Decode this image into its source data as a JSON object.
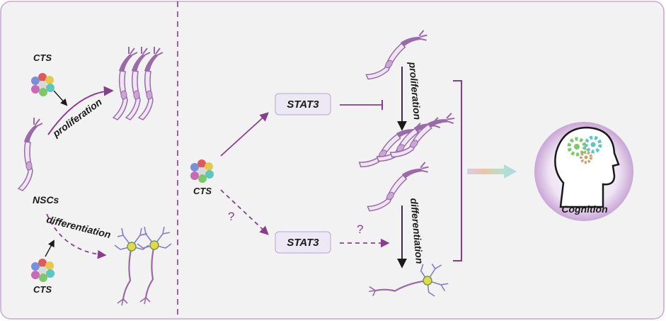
{
  "left_panel": {
    "cts_top": "CTS",
    "cts_bottom": "CTS",
    "nscs": "NSCs",
    "proliferation": "proliferation",
    "differentiation": "differentiation"
  },
  "right_panel": {
    "cts": "CTS",
    "stat3_top": "STAT3",
    "stat3_bottom": "STAT3",
    "question_left": "?",
    "question_right": "?",
    "proliferation": "proliferation",
    "differentiation": "differentiation",
    "cognition": "Cognition"
  },
  "colors": {
    "panel_bg": "#f2f2f2",
    "panel_border": "#c9a6cf",
    "arrow": "#8a3d8f",
    "stat_box": "#ece8f4",
    "neuron": "#9b6aa8"
  },
  "icons": [
    "cts-molecule-icon",
    "nsc-cell-icon",
    "neuron-icon",
    "head-gears-icon"
  ]
}
